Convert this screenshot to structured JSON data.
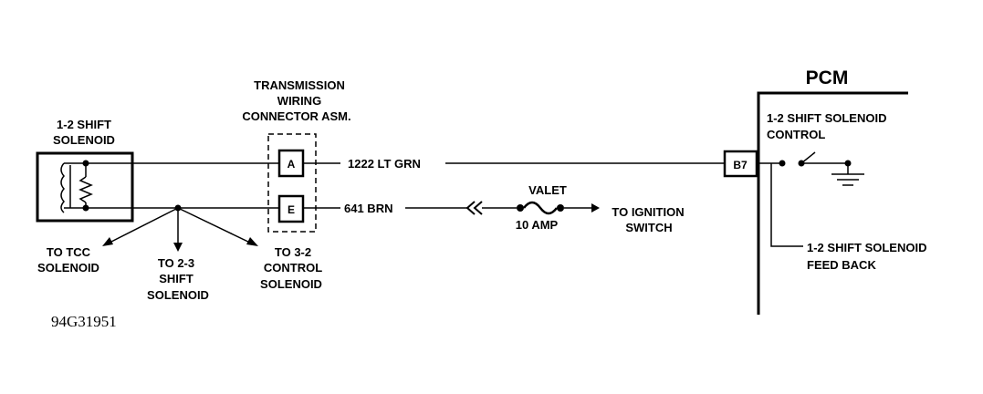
{
  "solenoid": {
    "label_line1": "1-2 SHIFT",
    "label_line2": "SOLENOID"
  },
  "connector": {
    "label_line1": "TRANSMISSION",
    "label_line2": "WIRING",
    "label_line3": "CONNECTOR ASM.",
    "pin_a": "A",
    "pin_e": "E"
  },
  "wires": {
    "top": "1222 LT GRN",
    "bottom": "641 BRN"
  },
  "fuse": {
    "name": "VALET",
    "rating": "10 AMP"
  },
  "ignition": {
    "line1": "TO IGNITION",
    "line2": "SWITCH"
  },
  "branches": {
    "tcc_line1": "TO TCC",
    "tcc_line2": "SOLENOID",
    "s23_line1": "TO 2-3",
    "s23_line2": "SHIFT",
    "s23_line3": "SOLENOID",
    "c32_line1": "TO 3-2",
    "c32_line2": "CONTROL",
    "c32_line3": "SOLENOID"
  },
  "pcm": {
    "title": "PCM",
    "pin": "B7",
    "control_line1": "1-2 SHIFT SOLENOID",
    "control_line2": "CONTROL",
    "feedback_line1": "1-2 SHIFT SOLENOID",
    "feedback_line2": "FEED BACK"
  },
  "figure_ref": "94G31951"
}
